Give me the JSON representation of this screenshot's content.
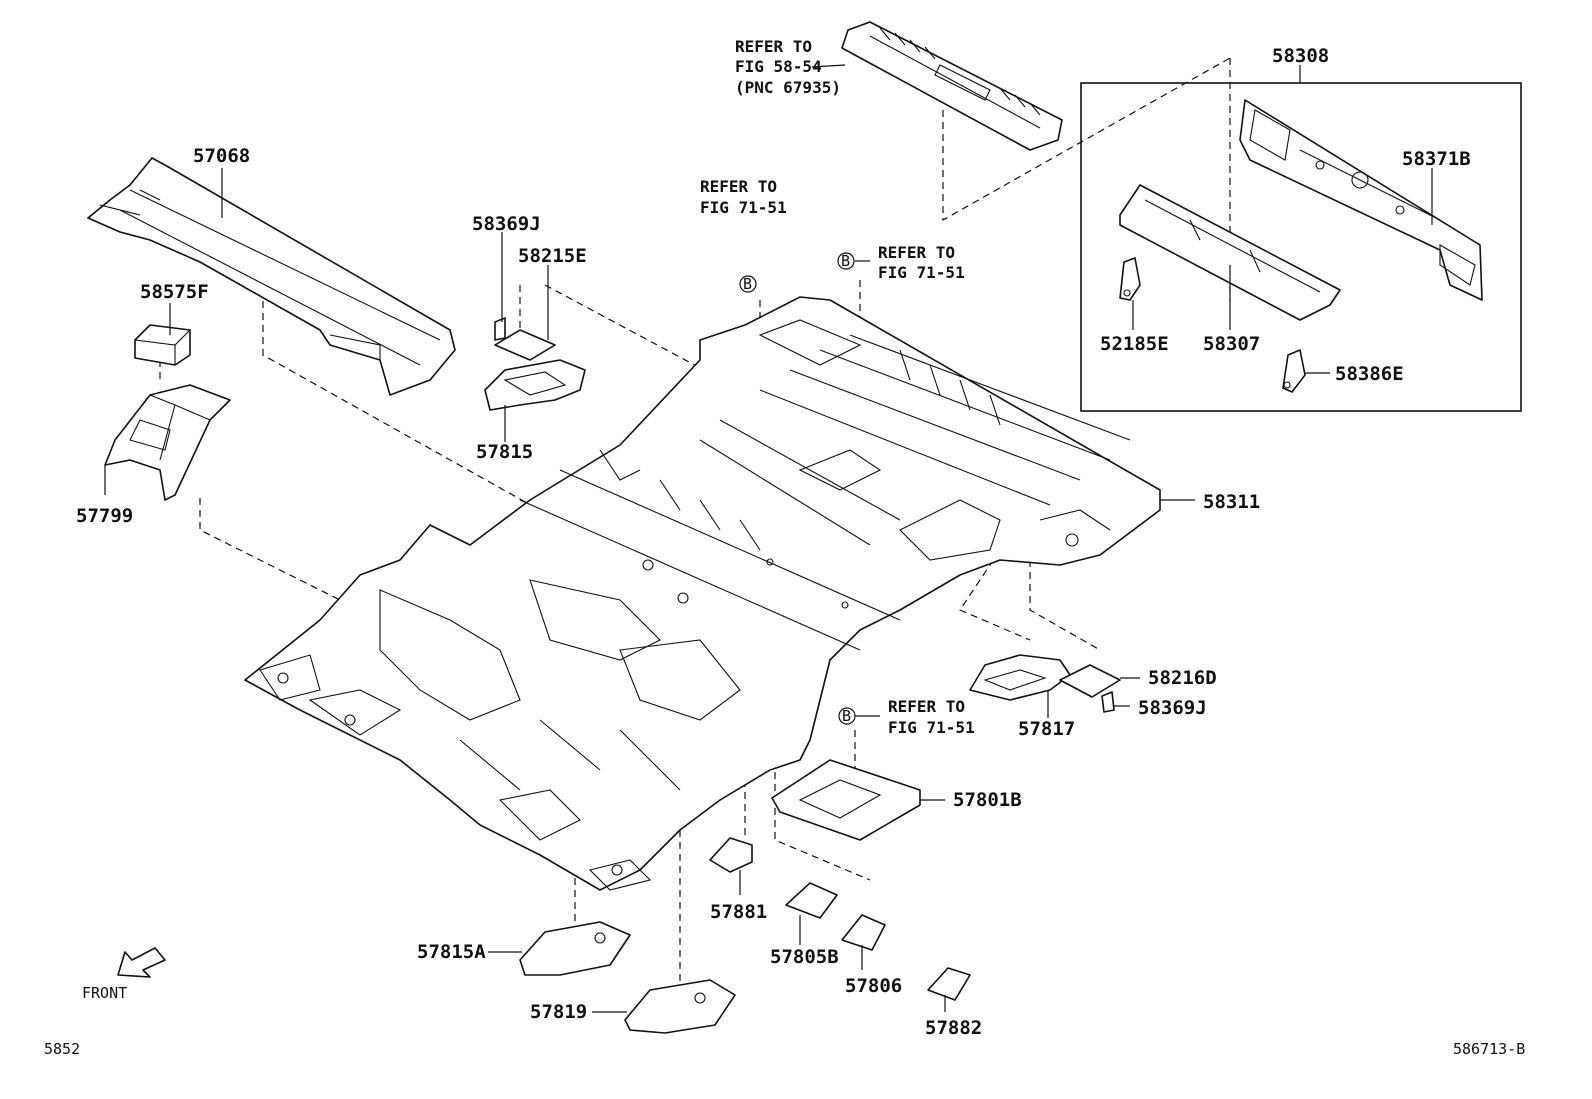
{
  "figure": {
    "page_code": "5852",
    "figure_code": "586713-B",
    "front_label": "FRONT"
  },
  "callouts": {
    "p58308": "58308",
    "p58371B": "58371B",
    "p52185E": "52185E",
    "p58307": "58307",
    "p58386E": "58386E",
    "p57068": "57068",
    "p58369J_a": "58369J",
    "p58215E": "58215E",
    "p58575F": "58575F",
    "p57815": "57815",
    "p57799": "57799",
    "p58311": "58311",
    "p58216D": "58216D",
    "p58369J_b": "58369J",
    "p57817": "57817",
    "p57801B": "57801B",
    "p57881": "57881",
    "p57805B": "57805B",
    "p57806": "57806",
    "p57882": "57882",
    "p57815A": "57815A",
    "p57819": "57819"
  },
  "refs": {
    "top": {
      "line1": "REFER TO",
      "line2": "FIG 58-54",
      "line3": "(PNC 67935)"
    },
    "mid": {
      "line1": "REFER TO",
      "line2": "FIG 71-51"
    },
    "right": {
      "line1": "REFER TO",
      "line2": "FIG 71-51"
    },
    "lower": {
      "line1": "REFER TO",
      "line2": "FIG 71-51"
    },
    "marker": "B"
  }
}
